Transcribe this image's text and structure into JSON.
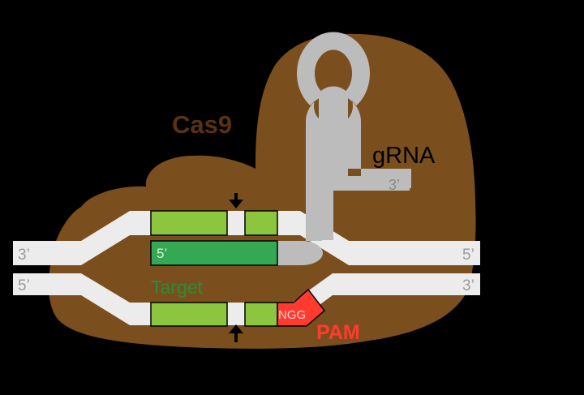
{
  "labels": {
    "protein": "Cas9",
    "guide": "gRNA",
    "guide_end": "3’",
    "spacer_end": "5’",
    "top_left_end": "3’",
    "top_right_end": "5’",
    "bottom_left_end": "5’",
    "bottom_right_end": "3’",
    "target": "Target",
    "motif": "NGG",
    "pam": "PAM"
  },
  "colors": {
    "background": "#000000",
    "protein_fill": "#7b4f1d",
    "dna_strand": "#ececec",
    "guide_rna": "#bcbcbc",
    "target_block": "#8cc63f",
    "spacer_block": "#34a853",
    "target_text": "#2e8b3a",
    "pam": "#ff3b30",
    "protein_text": "#5a3210",
    "end_label": "#9a9a9a",
    "arrow": "#000000"
  },
  "icons": {
    "top_cut": "arrow-down-icon",
    "bottom_cut": "arrow-up-icon"
  }
}
